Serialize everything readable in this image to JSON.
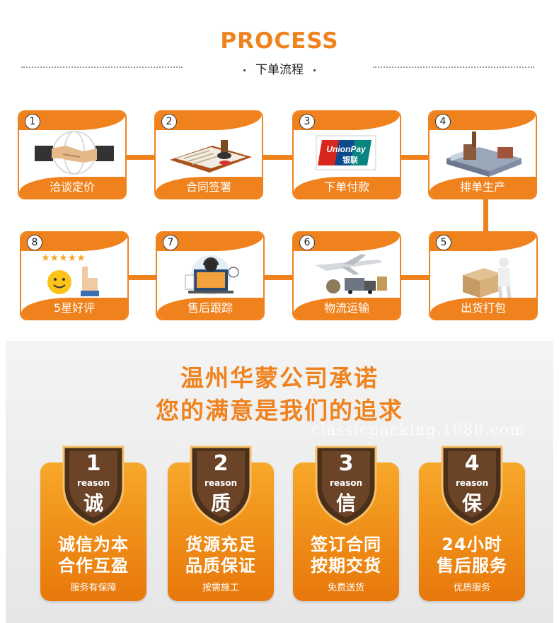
{
  "header": {
    "title": "PROCESS",
    "subtitle": "下单流程"
  },
  "steps": [
    {
      "num": "1",
      "label": "洽谈定价",
      "icon": "handshake-icon"
    },
    {
      "num": "2",
      "label": "合同签署",
      "icon": "contract-seal-icon"
    },
    {
      "num": "3",
      "label": "下单付款",
      "icon": "unionpay-icon"
    },
    {
      "num": "4",
      "label": "排单生产",
      "icon": "factory-icon"
    },
    {
      "num": "5",
      "label": "出货打包",
      "icon": "package-icon"
    },
    {
      "num": "6",
      "label": "物流运输",
      "icon": "airplane-truck-icon"
    },
    {
      "num": "7",
      "label": "售后跟踪",
      "icon": "customer-service-icon"
    },
    {
      "num": "8",
      "label": "5星好评",
      "icon": "five-star-rating-icon"
    }
  ],
  "unionpay": {
    "line1": "UnionPay",
    "line2": "银联"
  },
  "promise": {
    "title_line1": "温州华蒙公司承诺",
    "title_line2": "您的满意是我们的追求",
    "watermark": "classicpacking.1688.com",
    "badges": [
      {
        "num": "1",
        "reason": "reason",
        "char": "诚",
        "line1": "诚信为本",
        "line2": "合作互盈",
        "small": "服务有保障"
      },
      {
        "num": "2",
        "reason": "reason",
        "char": "质",
        "line1": "货源充足",
        "line2": "品质保证",
        "small": "按需施工"
      },
      {
        "num": "3",
        "reason": "reason",
        "char": "信",
        "line1": "签订合同",
        "line2": "按期交货",
        "small": "免费送货"
      },
      {
        "num": "4",
        "reason": "reason",
        "char": "保",
        "line1": "24小时",
        "line2": "售后服务",
        "small": "优质服务"
      }
    ]
  },
  "colors": {
    "accent": "#f0821e",
    "shield_dark": "#3a2616"
  }
}
